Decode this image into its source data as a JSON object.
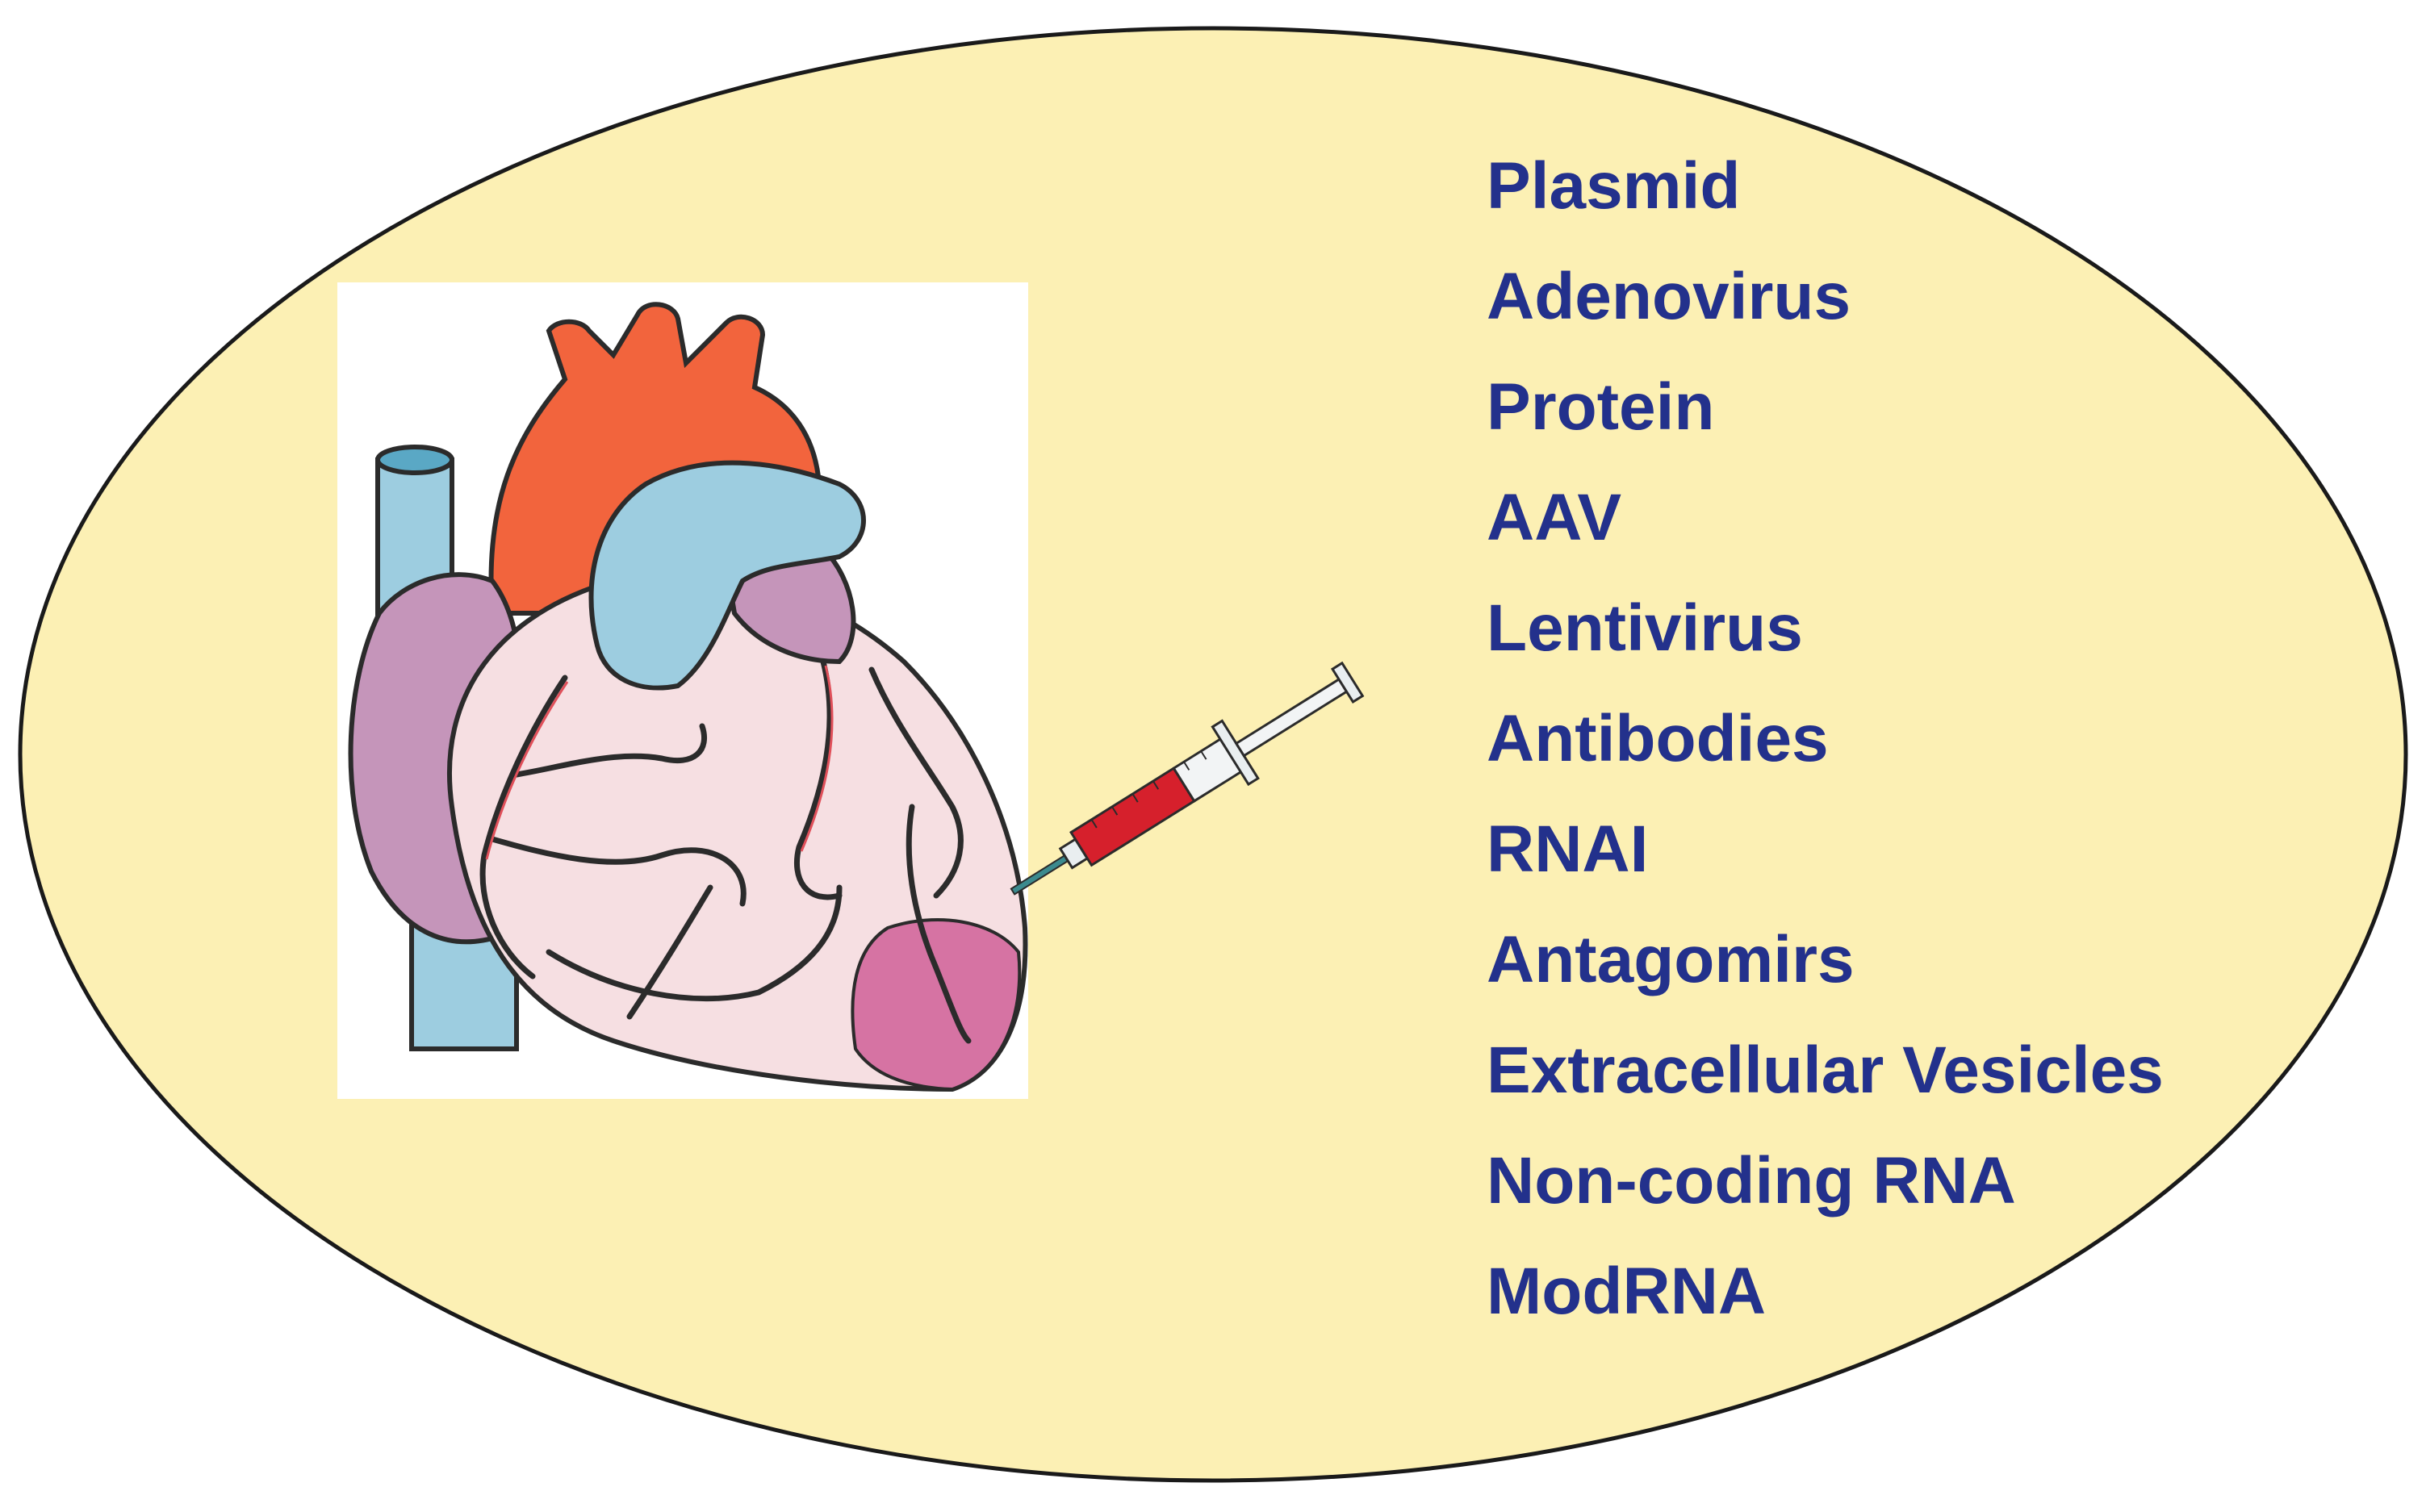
{
  "colors": {
    "oval_fill": "#fcf0b4",
    "oval_stroke": "#1a1a1a",
    "text": "#23318c",
    "aorta": "#f2643d",
    "vessel_blue": "#9dcde0",
    "heart_body": "#f6dfe2",
    "atrium_purple": "#c595ba",
    "infarct_pink": "#d673a3",
    "blood_red": "#d6202c",
    "coronary_line": "#2b2b2b"
  },
  "icons": [
    "heart-illustration-icon",
    "syringe-icon"
  ],
  "delivery_methods": [
    {
      "label": "Plasmid"
    },
    {
      "label": "Adenovirus"
    },
    {
      "label": "Protein"
    },
    {
      "label": "AAV"
    },
    {
      "label": "Lentivirus"
    },
    {
      "label": "Antibodies"
    },
    {
      "label": "RNAI"
    },
    {
      "label": "Antagomirs"
    },
    {
      "label": "Extracellular Vesicles"
    },
    {
      "label": "Non-coding RNA"
    },
    {
      "label": "ModRNA"
    }
  ]
}
